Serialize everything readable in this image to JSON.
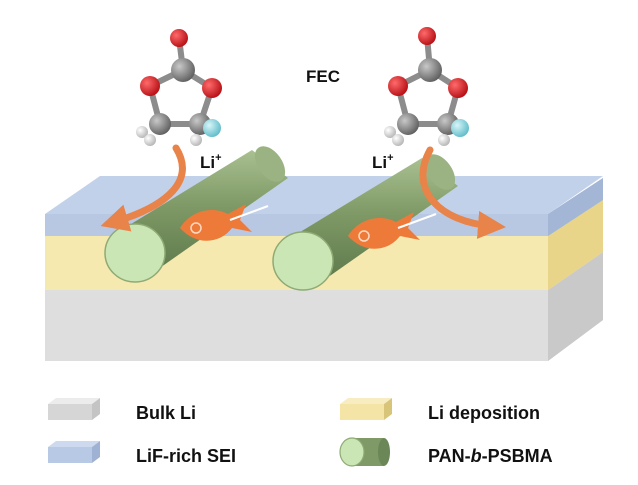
{
  "molecule_label": "FEC",
  "ion_labels": [
    {
      "base": "Li",
      "sup": "+"
    },
    {
      "base": "Li",
      "sup": "+"
    }
  ],
  "legend": [
    {
      "id": "bulk-li",
      "label": "Bulk Li",
      "color": "#d6d6d6"
    },
    {
      "id": "lif-rich-sei",
      "label": "LiF-rich SEI",
      "color": "#b8c9e6"
    },
    {
      "id": "li-deposition",
      "label": "Li deposition",
      "color": "#f4e4a6"
    },
    {
      "id": "pan-b-psbma",
      "label_parts": [
        "PAN-",
        "b",
        "-PSBMA"
      ],
      "color": "#a7c98a"
    }
  ],
  "colors": {
    "bulk_li": "#d9d9d9",
    "sei": "#b6c7e3",
    "deposition": "#f5e6a6",
    "rod": "#8faa74",
    "rod_end": "#c9e6b4",
    "arrow": "#e8834a",
    "oxygen": "#d9171c",
    "carbon": "#8c8c8c",
    "hydrogen": "#ffffff",
    "fluorine": "#7fd1dc"
  }
}
